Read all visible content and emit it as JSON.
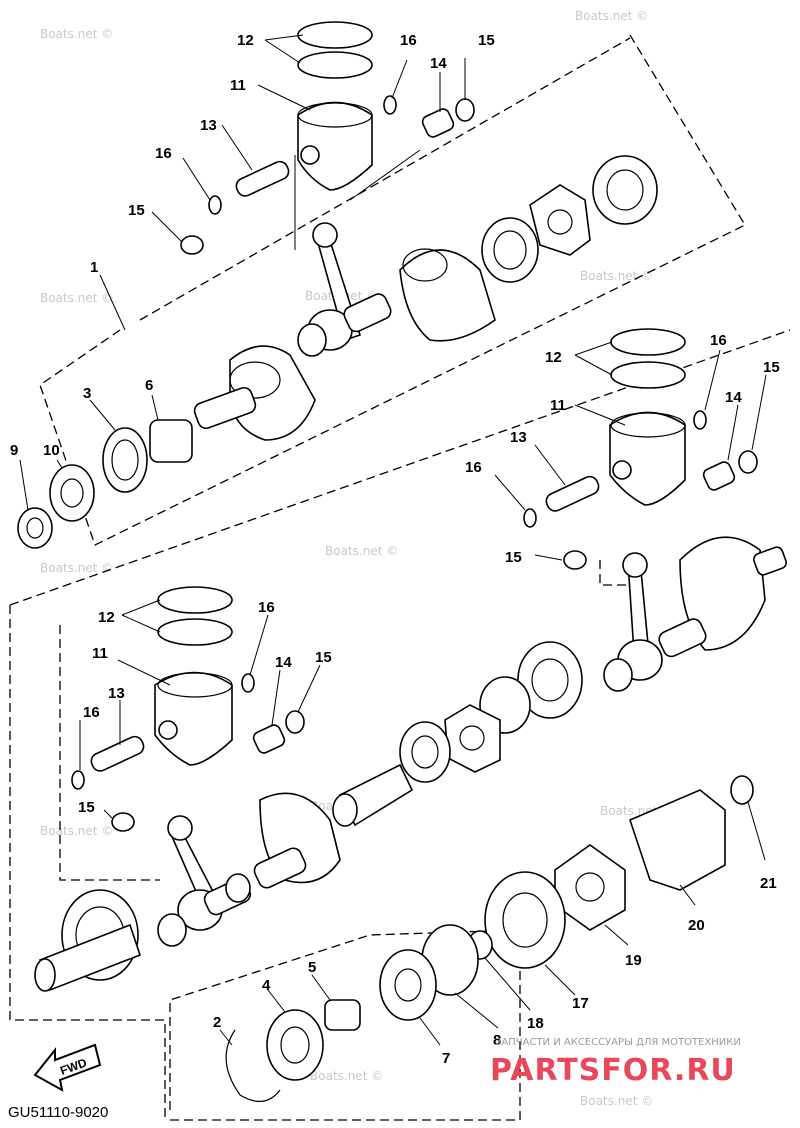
{
  "diagram": {
    "figure_code": "GU51110-9020",
    "fwd_label": "FWD",
    "watermark": "Boats.net ©",
    "brand_tagline": "ЗАПЧАСТИ И АКСЕССУАРЫ ДЛЯ МОТОТЕХНИКИ",
    "brand_name": "PARTSFOR.RU",
    "callouts": [
      {
        "id": "c1",
        "text": "1"
      },
      {
        "id": "c2",
        "text": "2"
      },
      {
        "id": "c3",
        "text": "3"
      },
      {
        "id": "c4",
        "text": "4"
      },
      {
        "id": "c5",
        "text": "5"
      },
      {
        "id": "c6",
        "text": "6"
      },
      {
        "id": "c7",
        "text": "7"
      },
      {
        "id": "c8",
        "text": "8"
      },
      {
        "id": "c9",
        "text": "9"
      },
      {
        "id": "c10",
        "text": "10"
      },
      {
        "id": "c11a",
        "text": "11"
      },
      {
        "id": "c11b",
        "text": "11"
      },
      {
        "id": "c11c",
        "text": "11"
      },
      {
        "id": "c12a",
        "text": "12"
      },
      {
        "id": "c12b",
        "text": "12"
      },
      {
        "id": "c12c",
        "text": "12"
      },
      {
        "id": "c13a",
        "text": "13"
      },
      {
        "id": "c13b",
        "text": "13"
      },
      {
        "id": "c13c",
        "text": "13"
      },
      {
        "id": "c14a",
        "text": "14"
      },
      {
        "id": "c14b",
        "text": "14"
      },
      {
        "id": "c14c",
        "text": "14"
      },
      {
        "id": "c15a",
        "text": "15"
      },
      {
        "id": "c15b",
        "text": "15"
      },
      {
        "id": "c15c",
        "text": "15"
      },
      {
        "id": "c15d",
        "text": "15"
      },
      {
        "id": "c15e",
        "text": "15"
      },
      {
        "id": "c15f",
        "text": "15"
      },
      {
        "id": "c16a",
        "text": "16"
      },
      {
        "id": "c16b",
        "text": "16"
      },
      {
        "id": "c16c",
        "text": "16"
      },
      {
        "id": "c16d",
        "text": "16"
      },
      {
        "id": "c16e",
        "text": "16"
      },
      {
        "id": "c16f",
        "text": "16"
      },
      {
        "id": "c17",
        "text": "17"
      },
      {
        "id": "c18",
        "text": "18"
      },
      {
        "id": "c19",
        "text": "19"
      },
      {
        "id": "c20",
        "text": "20"
      },
      {
        "id": "c21",
        "text": "21"
      }
    ]
  }
}
